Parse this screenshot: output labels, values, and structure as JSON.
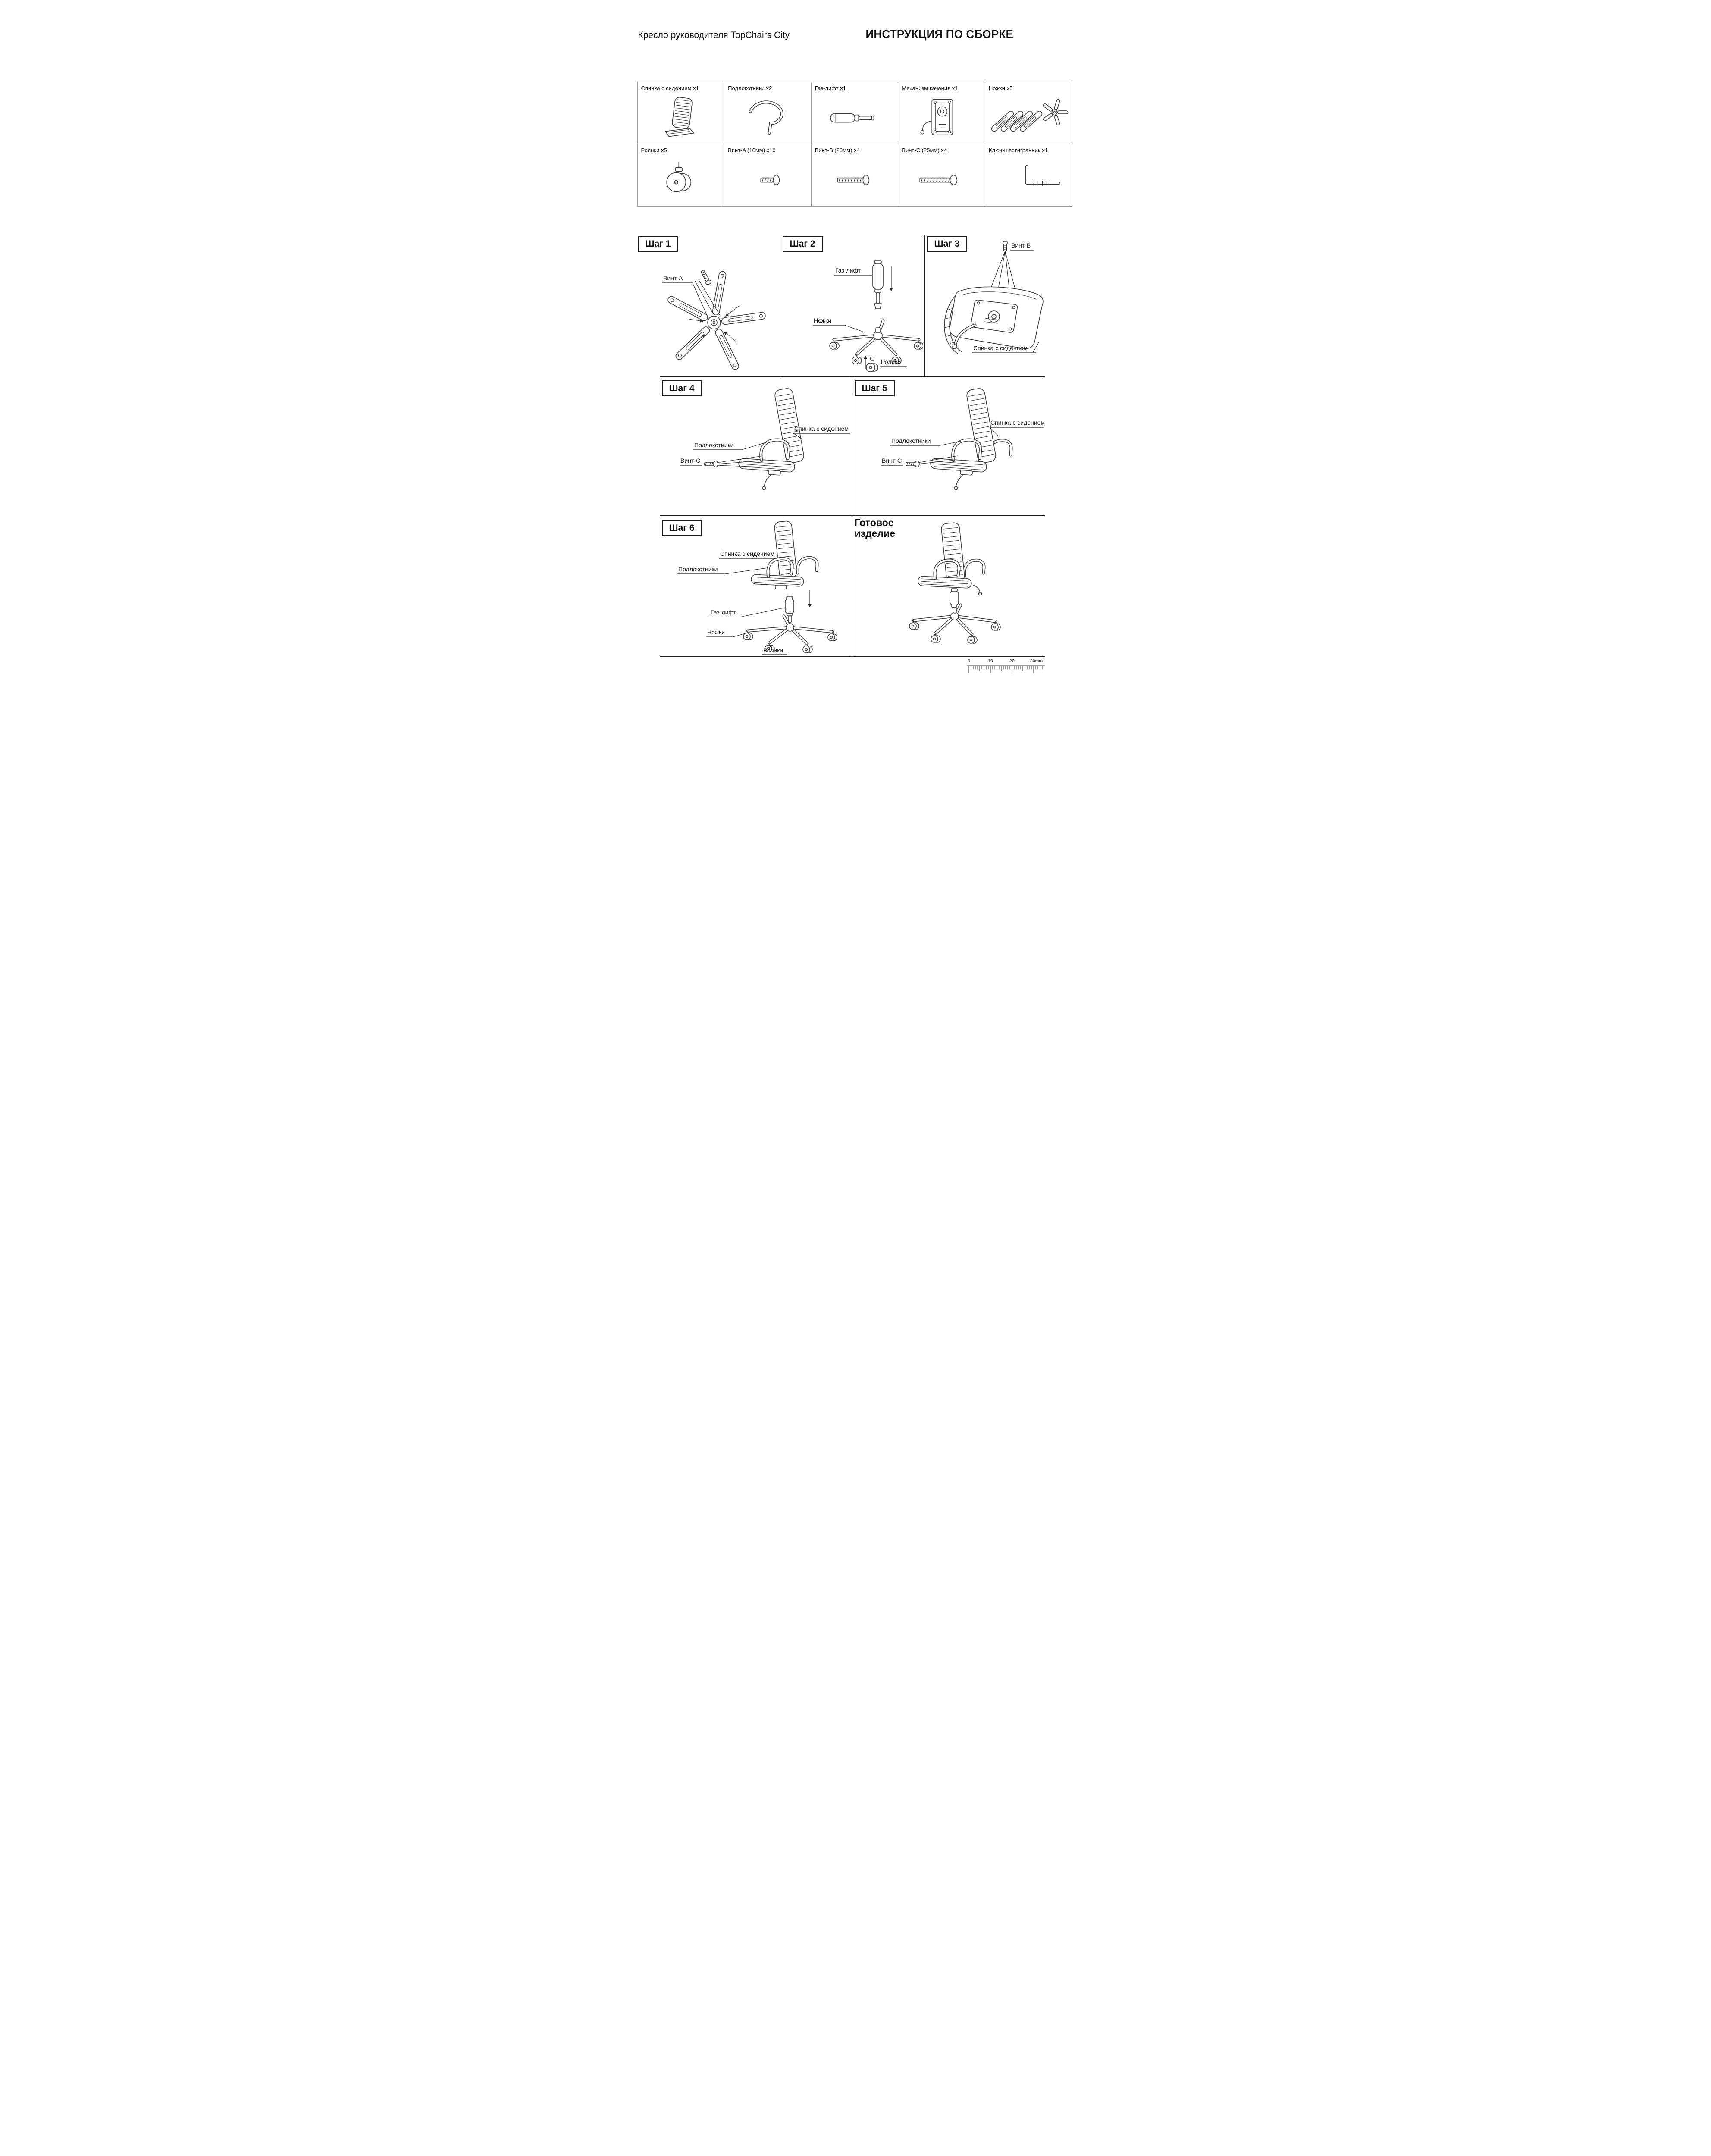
{
  "header": {
    "product": "Кресло руководителя TopChairs City",
    "title": "ИНСТРУКЦИЯ ПО СБОРКЕ"
  },
  "parts": [
    {
      "label": "Спинка с сидением x1",
      "icon": "backrest-seat-icon"
    },
    {
      "label": "Подлокотники x2",
      "icon": "armrest-icon"
    },
    {
      "label": "Газ-лифт x1",
      "icon": "gas-lift-icon"
    },
    {
      "label": "Механизм качания x1",
      "icon": "tilt-mechanism-icon"
    },
    {
      "label": "Ножки x5",
      "icon": "legs-icon"
    },
    {
      "label": "Ролики x5",
      "icon": "caster-icon"
    },
    {
      "label": "Винт-A (10мм) x10",
      "icon": "screw-a-icon"
    },
    {
      "label": "Винт-B (20мм) x4",
      "icon": "screw-b-icon"
    },
    {
      "label": "Винт-C (25мм) x4",
      "icon": "screw-c-icon"
    },
    {
      "label": "Ключ-шестигранник x1",
      "icon": "hex-key-icon"
    }
  ],
  "steps": {
    "step1": {
      "label": "Шаг 1",
      "screw_a": "Винт-A"
    },
    "step2": {
      "label": "Шаг 2",
      "gas_lift": "Газ-лифт",
      "legs": "Ножки",
      "casters": "Ролики"
    },
    "step3": {
      "label": "Шаг 3",
      "screw_b": "Винт-B",
      "seat": "Спинка с сидением"
    },
    "step4": {
      "label": "Шаг 4",
      "seat": "Спинка с сидением",
      "armrests": "Подлокотники",
      "screw_c": "Винт-C"
    },
    "step5": {
      "label": "Шаг 5",
      "seat": "Спинка с сидением",
      "armrests": "Подлокотники",
      "screw_c": "Винт-C"
    },
    "step6": {
      "label": "Шаг 6",
      "seat": "Спинка с сидением",
      "armrests": "Подлокотники",
      "gas_lift": "Газ-лифт",
      "legs": "Ножки",
      "casters": "Ролики"
    },
    "final": {
      "label": "Готовое изделие"
    }
  },
  "ruler": {
    "t0": "0",
    "t10": "10",
    "t20": "20",
    "t30": "30mm"
  }
}
